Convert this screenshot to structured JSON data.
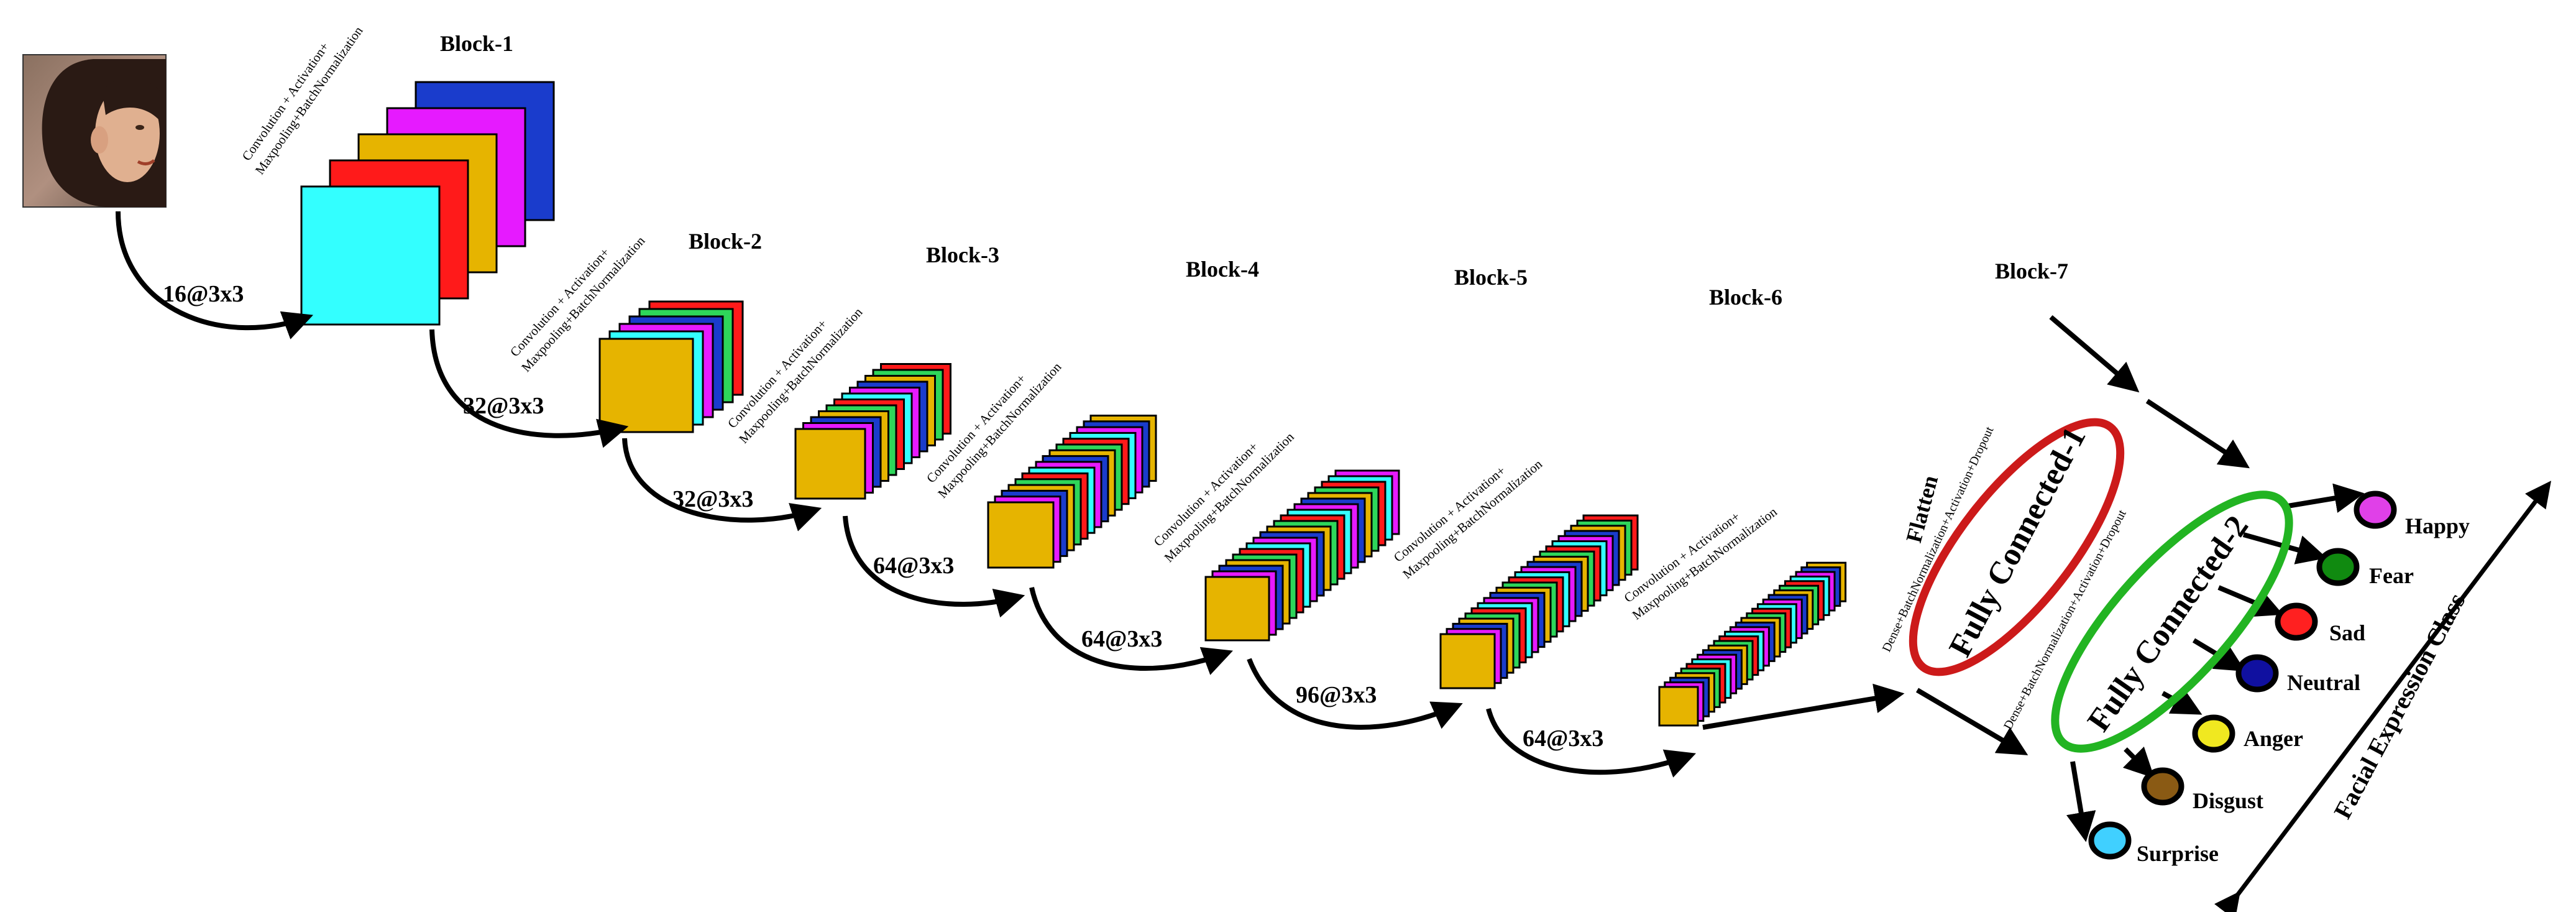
{
  "input": {
    "image": "face-photo"
  },
  "colors": {
    "cyan": "#33ffff",
    "red": "#ff1a1a",
    "green": "#2ed65a",
    "blue": "#1a3ccc",
    "magenta": "#e61aff",
    "gold": "#e6b400",
    "edge": "#000000",
    "fc1": "#cc1a1a",
    "fc2": "#22b422"
  },
  "blocks": [
    {
      "label": "Block-1",
      "kernel": "16@3x3",
      "layer_label": [
        "Convolution + Activation+",
        "Maxpooling+BatchNormalization"
      ]
    },
    {
      "label": "Block-2",
      "kernel": "32@3x3",
      "layer_label": [
        "Convolution + Activation+",
        "Maxpooling+BatchNormalization"
      ]
    },
    {
      "label": "Block-3",
      "kernel": "32@3x3",
      "layer_label": [
        "Convolution + Activation+",
        "Maxpooling+BatchNormalization"
      ]
    },
    {
      "label": "Block-4",
      "kernel": "64@3x3",
      "layer_label": [
        "Convolution + Activation+",
        "Maxpooling+BatchNormalization"
      ]
    },
    {
      "label": "Block-5",
      "kernel": "64@3x3",
      "layer_label": [
        "Convolution + Activation+",
        "Maxpooling+BatchNormalization"
      ]
    },
    {
      "label": "Block-6",
      "kernel": "96@3x3",
      "layer_label": [
        "Convolution + Activation+",
        "Maxpooling+BatchNormalization"
      ]
    },
    {
      "label": "Block-7",
      "kernel": "64@3x3",
      "layer_label": [
        "Convolution + Activation+",
        "Maxpooling+BatchNormalization"
      ]
    }
  ],
  "flatten": "Flatten",
  "fully_connected": [
    {
      "label": "Fully Connected-1",
      "layer_label": "Dense+BatchNormalization+Activation+Dropout"
    },
    {
      "label": "Fully Connected-2",
      "layer_label": "Dense+BatchNormalization+Activation+Dropout"
    }
  ],
  "classes": [
    {
      "label": "Happy",
      "color": "#e040e8"
    },
    {
      "label": "Fear",
      "color": "#108a10"
    },
    {
      "label": "Sad",
      "color": "#ff2020"
    },
    {
      "label": "Neutral",
      "color": "#1010a0"
    },
    {
      "label": "Anger",
      "color": "#f0e820"
    },
    {
      "label": "Disgust",
      "color": "#8a5a14"
    },
    {
      "label": "Surprise",
      "color": "#40d0ff"
    }
  ],
  "axis_label": "Facial Expression Class"
}
